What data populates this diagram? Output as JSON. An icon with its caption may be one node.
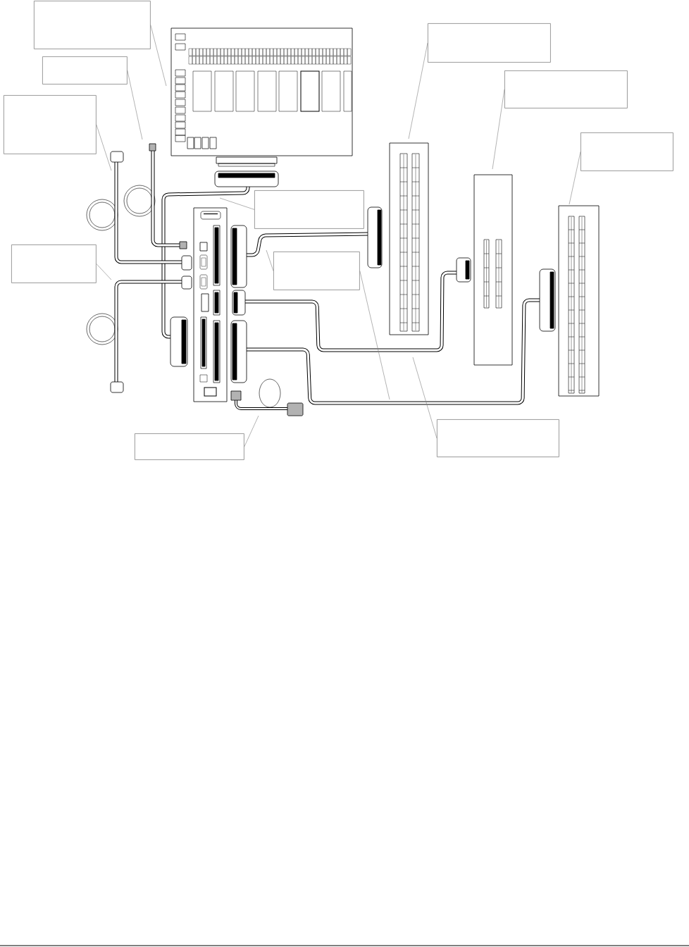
{
  "diagram": {
    "nodes": [
      {
        "text": [],
        "shape": "box"
      },
      {
        "text": [],
        "shape": "box"
      },
      {
        "text": [],
        "shape": "box"
      },
      {
        "text": [],
        "shape": "box"
      },
      {
        "text": [],
        "shape": "box"
      },
      {
        "text": [],
        "shape": "box"
      },
      {
        "text": [],
        "shape": "box"
      },
      {
        "text": [],
        "shape": "box"
      },
      {
        "text": [],
        "shape": "box"
      },
      {
        "text": [],
        "shape": "box"
      },
      {
        "text": [],
        "shape": "box"
      }
    ],
    "edges": [
      {
        "from": 0,
        "to": null,
        "arrow": "none"
      },
      {
        "from": 1,
        "to": null,
        "arrow": "none"
      },
      {
        "from": 2,
        "to": null,
        "arrow": "none"
      },
      {
        "from": 3,
        "to": null,
        "arrow": "none"
      },
      {
        "from": 4,
        "to": null,
        "arrow": "none"
      },
      {
        "from": 5,
        "to": null,
        "arrow": "none"
      },
      {
        "from": 5,
        "to": null,
        "arrow": "none"
      },
      {
        "from": 6,
        "to": null,
        "arrow": "none"
      },
      {
        "from": 7,
        "to": null,
        "arrow": "none"
      },
      {
        "from": 8,
        "to": null,
        "arrow": "none"
      },
      {
        "from": 9,
        "to": null,
        "arrow": "none"
      },
      {
        "from": 10,
        "to": null,
        "arrow": "none"
      }
    ]
  }
}
